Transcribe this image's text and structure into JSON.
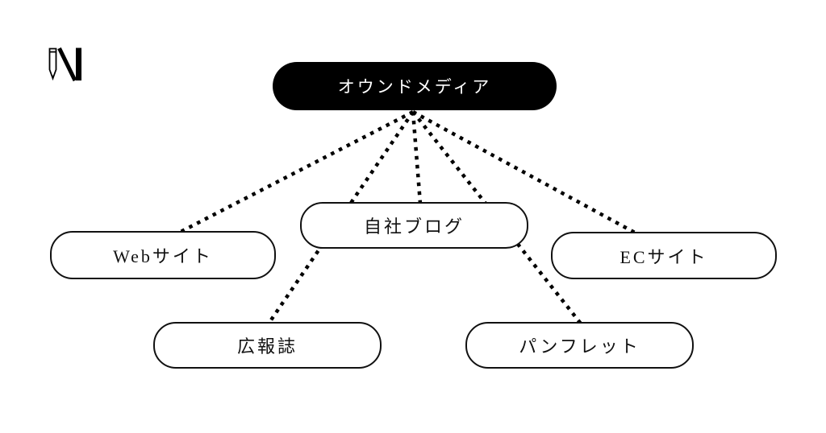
{
  "page": {
    "background": "#ffffff"
  },
  "colors": {
    "root_bg": "#000000",
    "root_text": "#ffffff",
    "box_bg": "#ffffff",
    "box_border": "#111111",
    "box_text": "#111111",
    "edge": "#000000"
  },
  "logo": {
    "icon": "pencil-n-logo"
  },
  "diagram": {
    "type": "tree",
    "nodes": {
      "root": {
        "label": "オウンドメディア"
      },
      "web": {
        "label": "Webサイト"
      },
      "blog": {
        "label": "自社ブログ"
      },
      "ec": {
        "label": "ECサイト"
      },
      "koho": {
        "label": "広報誌"
      },
      "pamphlet": {
        "label": "パンフレット"
      }
    },
    "edges": [
      {
        "from": "root",
        "to": "web"
      },
      {
        "from": "root",
        "to": "blog"
      },
      {
        "from": "root",
        "to": "ec"
      },
      {
        "from": "root",
        "to": "koho"
      },
      {
        "from": "root",
        "to": "pamphlet"
      }
    ],
    "edge_style": "dotted"
  }
}
